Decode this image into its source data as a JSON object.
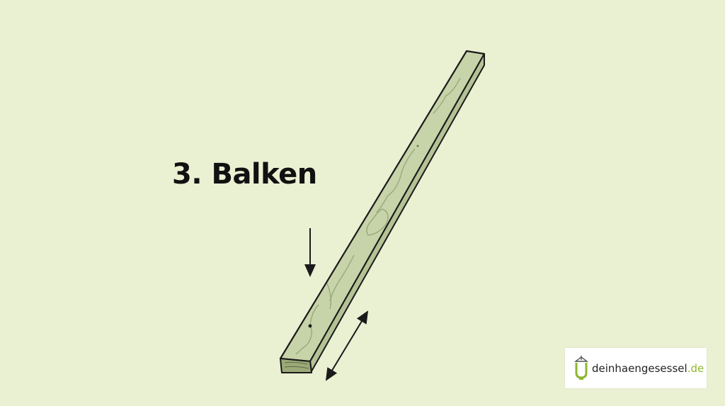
{
  "heading": {
    "text": "3. Balken"
  },
  "brand": {
    "name": "deinhaengesessel",
    "tld": ".de",
    "accent_color": "#8fb62f"
  },
  "colors": {
    "background": "#eaf0d2",
    "wood_top": "#c7d3a8",
    "wood_side": "#aebd8d",
    "wood_end": "#9aa978",
    "outline": "#1a1a1a"
  },
  "icons": {
    "down_arrow": "arrow-down-icon",
    "length_arrow": "double-arrow-icon",
    "logo": "hanging-chair-icon"
  }
}
